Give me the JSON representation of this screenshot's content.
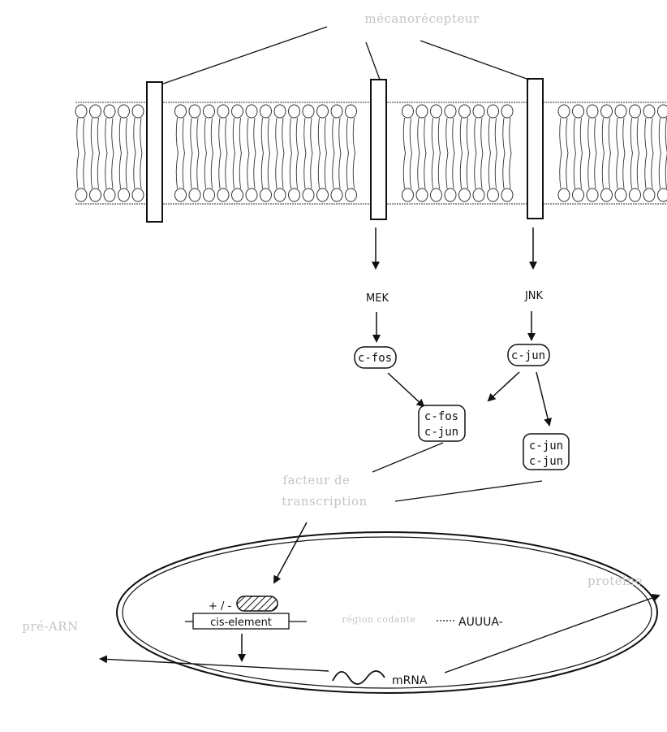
{
  "labels": {
    "receptor": "mécanorécepteur",
    "mek": "MEK",
    "jnk": "JNK",
    "c_fos": "c-fos",
    "c_jun": "c-jun",
    "dimer_fos_top": "c-fos",
    "dimer_fos_bottom": "c-jun",
    "dimer_jun_top": "c-jun",
    "dimer_jun_bottom": "c-jun",
    "tf_line1": "facteur de",
    "tf_line2": "transcription",
    "plus_minus": "+ / -",
    "cis_element": "cis-element",
    "coding_region": "région codante",
    "auuua": "AUUUA-",
    "mrna": "mRNA",
    "protein": "protéine",
    "pre_mrna": "pré-ARN"
  }
}
